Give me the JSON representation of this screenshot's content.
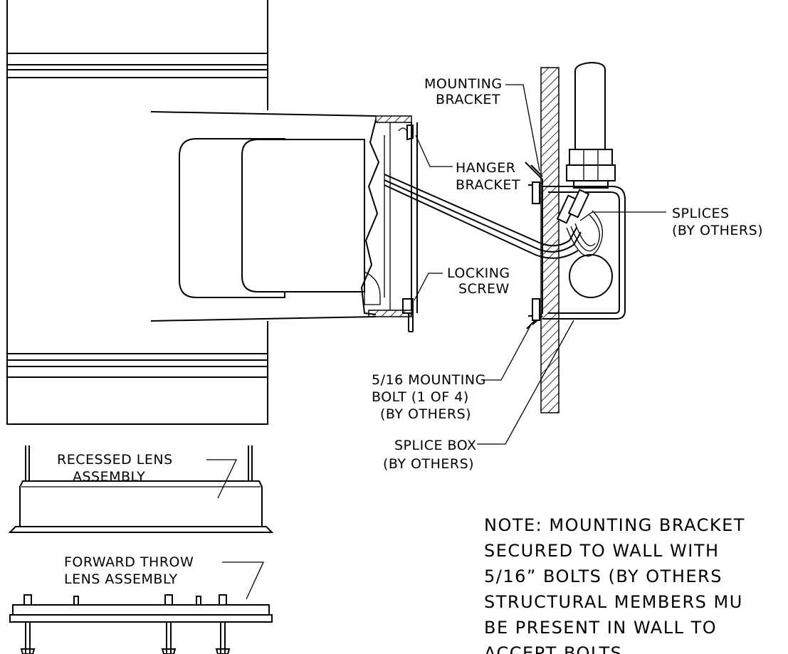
{
  "labels": {
    "mounting_bracket": [
      "MOUNTING",
      "BRACKET"
    ],
    "hanger_bracket": [
      "HANGER",
      "BRACKET"
    ],
    "splices": [
      "SPLICES",
      "(BY OTHERS)"
    ],
    "locking_screw": [
      "LOCKING",
      "SCREW"
    ],
    "mounting_bolt": [
      "5/16 MOUNTING",
      "BOLT (1 OF 4)",
      "(BY OTHERS)"
    ],
    "splice_box": [
      "SPLICE BOX",
      "(BY OTHERS)"
    ],
    "recessed_lens": [
      "RECESSED LENS",
      "ASSEMBLY"
    ],
    "forward_throw_lens": [
      "FORWARD THROW",
      "LENS ASSEMBLY"
    ]
  },
  "note": [
    "NOTE: MOUNTING BRACKET",
    "SECURED TO WALL WITH",
    "5/16” BOLTS (BY OTHERS",
    "STRUCTURAL MEMBERS MU",
    "BE PRESENT IN WALL TO",
    "ACCEPT BOLTS."
  ]
}
